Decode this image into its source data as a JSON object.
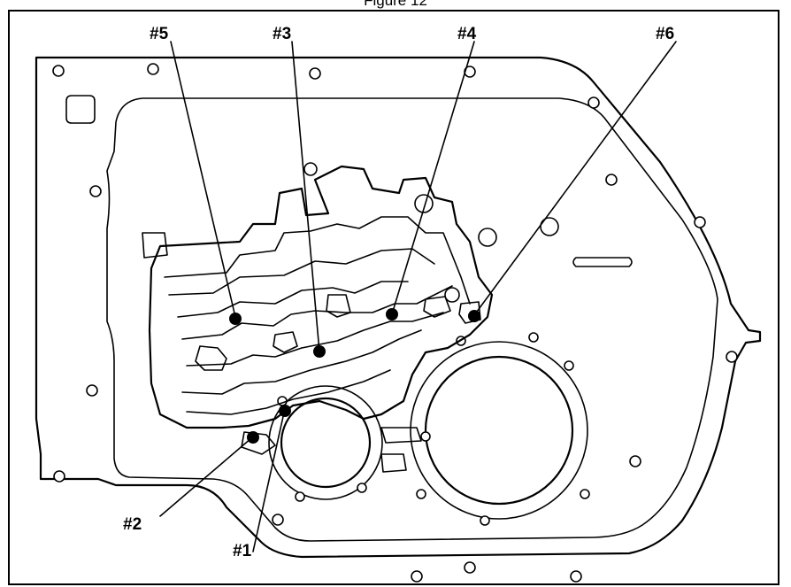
{
  "caption": "Figure 12",
  "colors": {
    "line": "#000000",
    "background": "#ffffff"
  },
  "callouts": [
    {
      "id": "5",
      "label": "#5"
    },
    {
      "id": "3",
      "label": "#3"
    },
    {
      "id": "4",
      "label": "#4"
    },
    {
      "id": "6",
      "label": "#6"
    },
    {
      "id": "2",
      "label": "#2"
    },
    {
      "id": "1",
      "label": "#1"
    }
  ]
}
